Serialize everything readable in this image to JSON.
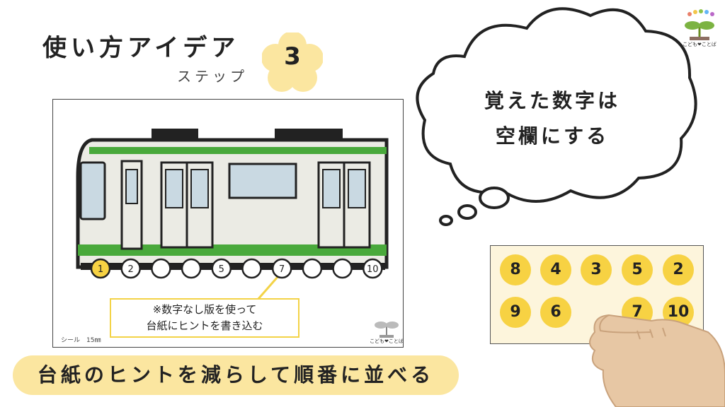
{
  "header": {
    "title": "使い方アイデア",
    "subtitle": "ステップ",
    "step_number": "3"
  },
  "card": {
    "wheel_numbers": [
      "1",
      "2",
      "",
      "",
      "5",
      "",
      "7",
      "",
      "",
      "10"
    ],
    "hint_line1": "※数字なし版を使って",
    "hint_line2": "台紙にヒントを書き込む",
    "sheet_label": "シール　15㎜",
    "logo_text": "こども❤ことば"
  },
  "bubble": {
    "line1": "覚えた数字は",
    "line2": "空欄にする"
  },
  "banner": {
    "text": "台紙のヒントを減らして順番に並べる"
  },
  "stickers": {
    "row1": [
      "8",
      "4",
      "3",
      "5",
      "2"
    ],
    "row2": [
      "9",
      "6",
      "7",
      "10"
    ]
  },
  "logo": {
    "text": "こども❤ことば"
  },
  "colors": {
    "accent_yellow": "#f7d243",
    "banner_bg": "#fbe6a0",
    "train_green": "#49a93b",
    "train_body": "#ebebe4",
    "window_blue": "#c9d9e2"
  }
}
